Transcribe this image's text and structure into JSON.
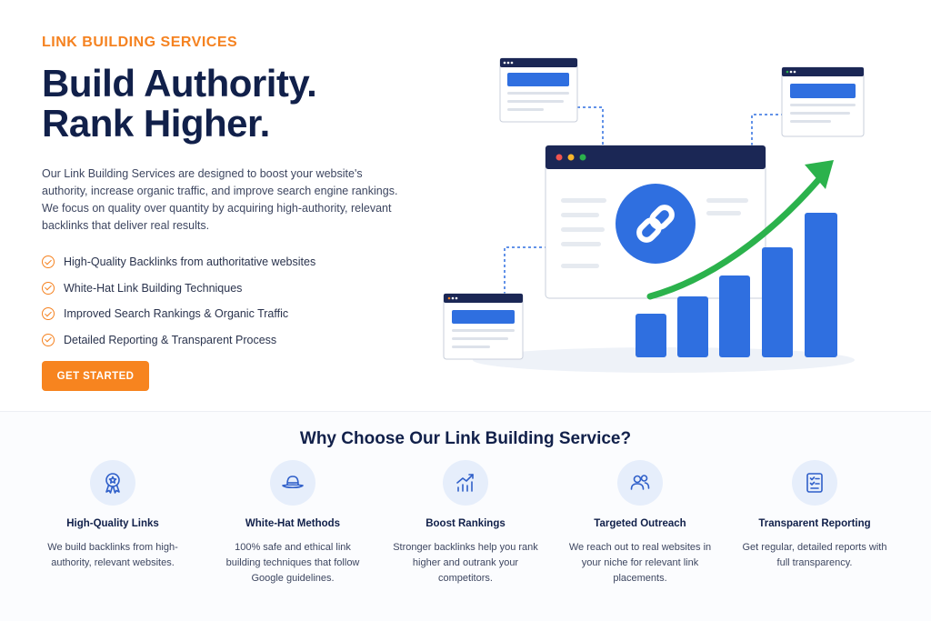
{
  "hero": {
    "eyebrow": "LINK BUILDING SERVICES",
    "headline_line1": "Build Authority.",
    "headline_line2": "Rank Higher.",
    "description": "Our Link Building Services are designed to boost your website's authority, increase organic traffic, and improve search engine rankings. We focus on quality over quantity by acquiring high-authority, relevant backlinks that deliver real results.",
    "features": [
      "High-Quality Backlinks from authoritative websites",
      "White-Hat Link Building Techniques",
      "Improved Search Rankings & Organic Traffic",
      "Detailed Reporting & Transparent Process"
    ],
    "cta_label": "GET STARTED"
  },
  "why": {
    "title": "Why Choose Our Link Building Service?",
    "cards": [
      {
        "icon": "award-badge-icon",
        "title": "High-Quality Links",
        "text": "We build backlinks from high-authority, relevant websites."
      },
      {
        "icon": "hat-icon",
        "title": "White-Hat Methods",
        "text": "100% safe and ethical link building techniques that follow Google guidelines."
      },
      {
        "icon": "growth-chart-icon",
        "title": "Boost Rankings",
        "text": "Stronger backlinks help you rank higher and outrank your competitors."
      },
      {
        "icon": "users-icon",
        "title": "Targeted Outreach",
        "text": "We reach out to real websites in your niche for relevant link placements."
      },
      {
        "icon": "report-icon",
        "title": "Transparent Reporting",
        "text": "Get regular, detailed reports with full transparency."
      }
    ]
  },
  "colors": {
    "accent": "#f58220",
    "navy": "#11204a",
    "blue": "#2f6fe0",
    "green": "#2bb24c"
  }
}
